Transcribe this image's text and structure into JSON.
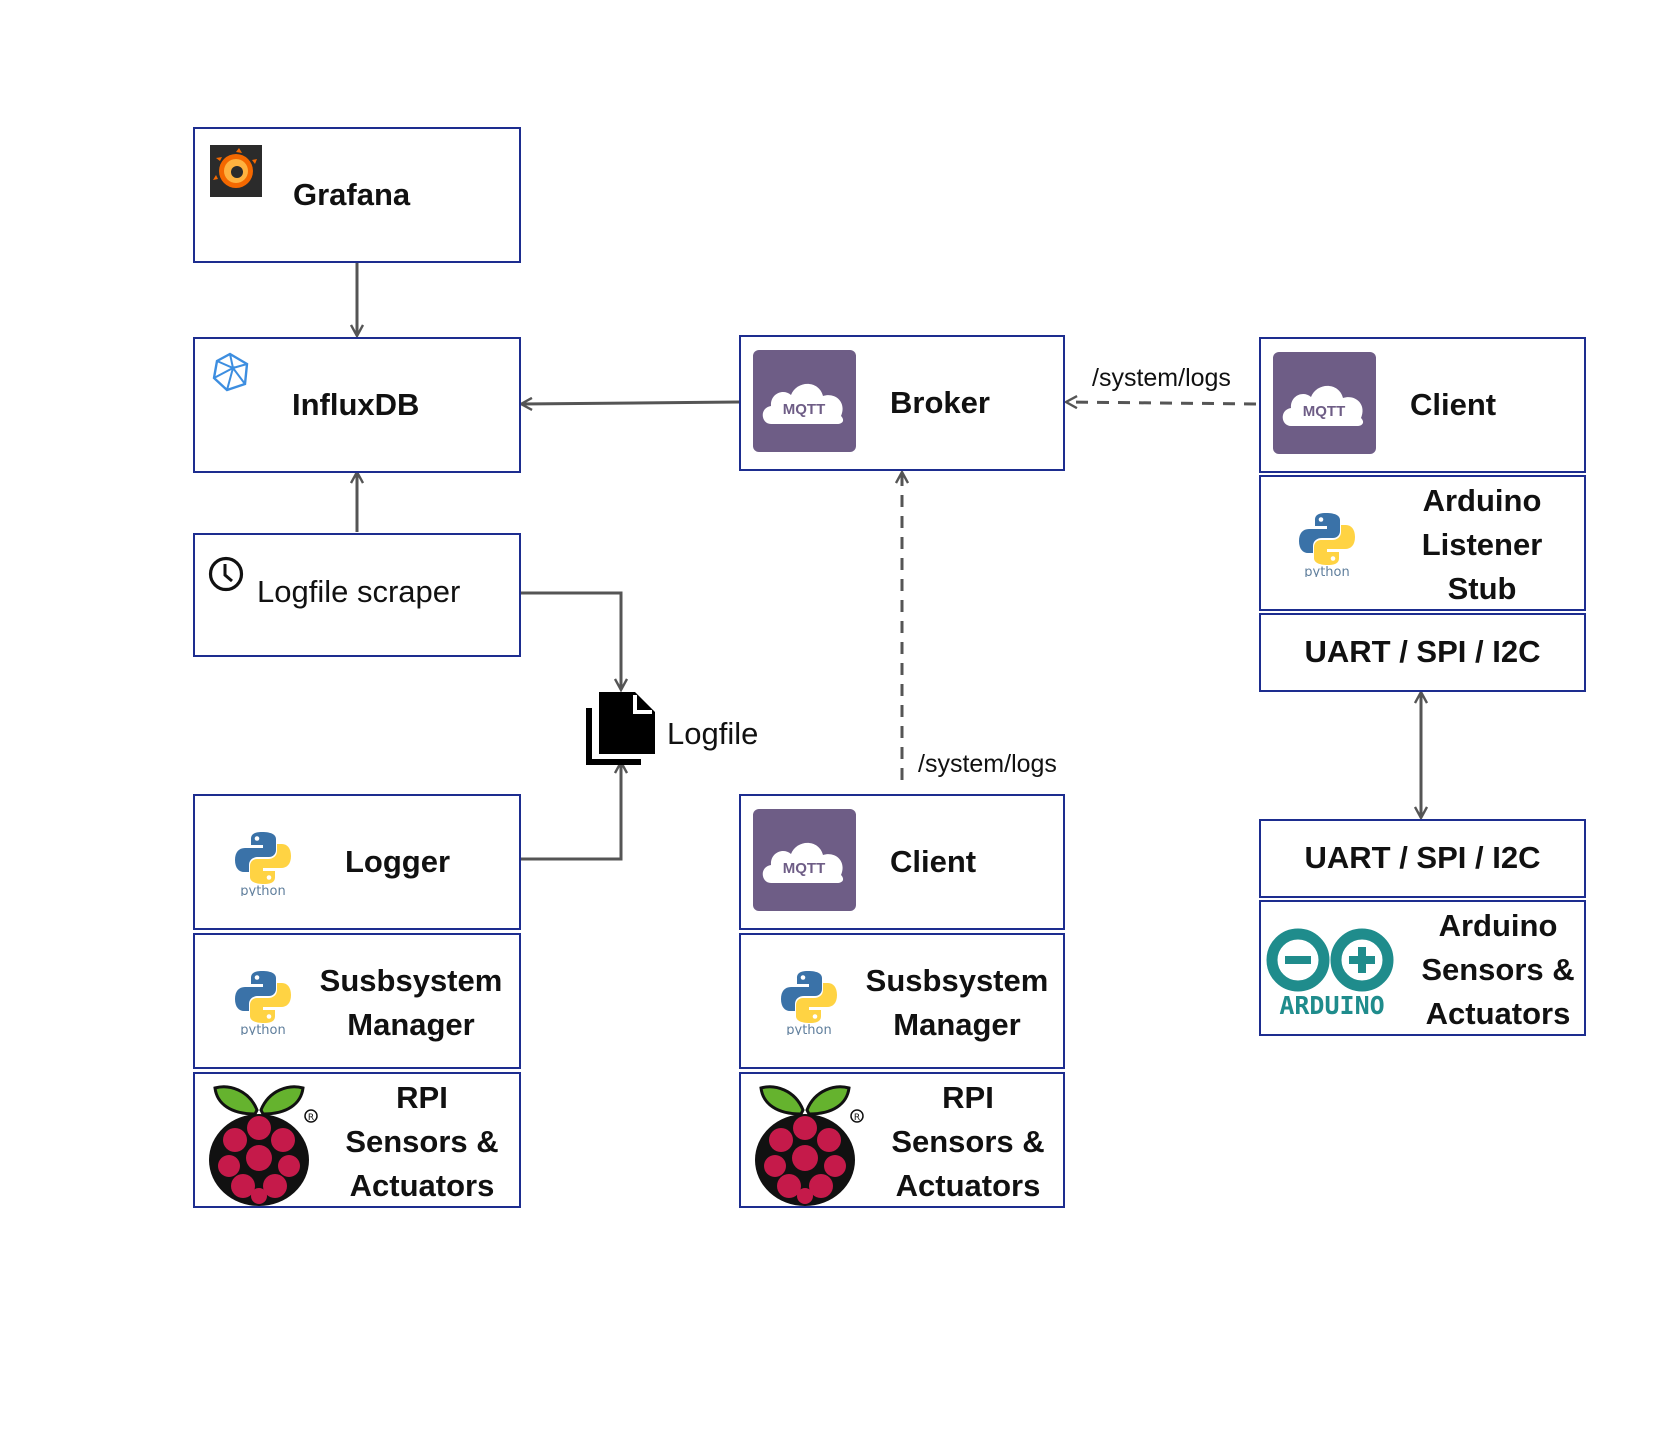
{
  "nodes": {
    "grafana": {
      "label": "Grafana",
      "icon": "grafana-icon"
    },
    "influxdb": {
      "label": "InfluxDB",
      "icon": "influxdb-icon"
    },
    "logfile_scraper": {
      "label": "Logfile scraper",
      "icon": "clock-icon"
    },
    "logfile": {
      "label": "Logfile",
      "icon": "document-icon"
    },
    "broker": {
      "label": "Broker",
      "icon": "mqtt-icon",
      "icon_text": "MQTT"
    },
    "client_right": {
      "label": "Client",
      "icon": "mqtt-icon",
      "icon_text": "MQTT"
    },
    "arduino_listener": {
      "line1": "Arduino",
      "line2": "Listener",
      "line3": "Stub",
      "icon": "python-icon",
      "icon_text": "python"
    },
    "uart_top": {
      "label": "UART / SPI / I2C"
    },
    "uart_bottom": {
      "label": "UART / SPI / I2C"
    },
    "arduino_hw": {
      "line1": "Arduino",
      "line2": "Sensors &",
      "line3": "Actuators",
      "icon": "arduino-icon",
      "icon_text": "ARDUINO"
    },
    "logger": {
      "label": "Logger",
      "icon": "python-icon",
      "icon_text": "python"
    },
    "subsystem_left": {
      "line1": "Susbsystem",
      "line2": "Manager",
      "icon": "python-icon",
      "icon_text": "python"
    },
    "rpi_left": {
      "line1": "RPI",
      "line2": "Sensors &",
      "line3": "Actuators",
      "icon": "raspberry-pi-icon"
    },
    "client_mid": {
      "label": "Client",
      "icon": "mqtt-icon",
      "icon_text": "MQTT"
    },
    "subsystem_mid": {
      "line1": "Susbsystem",
      "line2": "Manager",
      "icon": "python-icon",
      "icon_text": "python"
    },
    "rpi_mid": {
      "line1": "RPI",
      "line2": "Sensors &",
      "line3": "Actuators",
      "icon": "raspberry-pi-icon"
    }
  },
  "edges": {
    "client_to_broker": {
      "label": "/system/logs"
    },
    "mid_client_to_broker": {
      "label": "/system/logs"
    }
  },
  "colors": {
    "border": "#1d2d8f",
    "arrow": "#555555",
    "mqtt": "#6e5d86",
    "python_blue": "#3a72a8",
    "python_yellow": "#ffd343",
    "arduino": "#1f8c8c",
    "raspberry": "#c51a4a",
    "leaf": "#65b32e"
  }
}
